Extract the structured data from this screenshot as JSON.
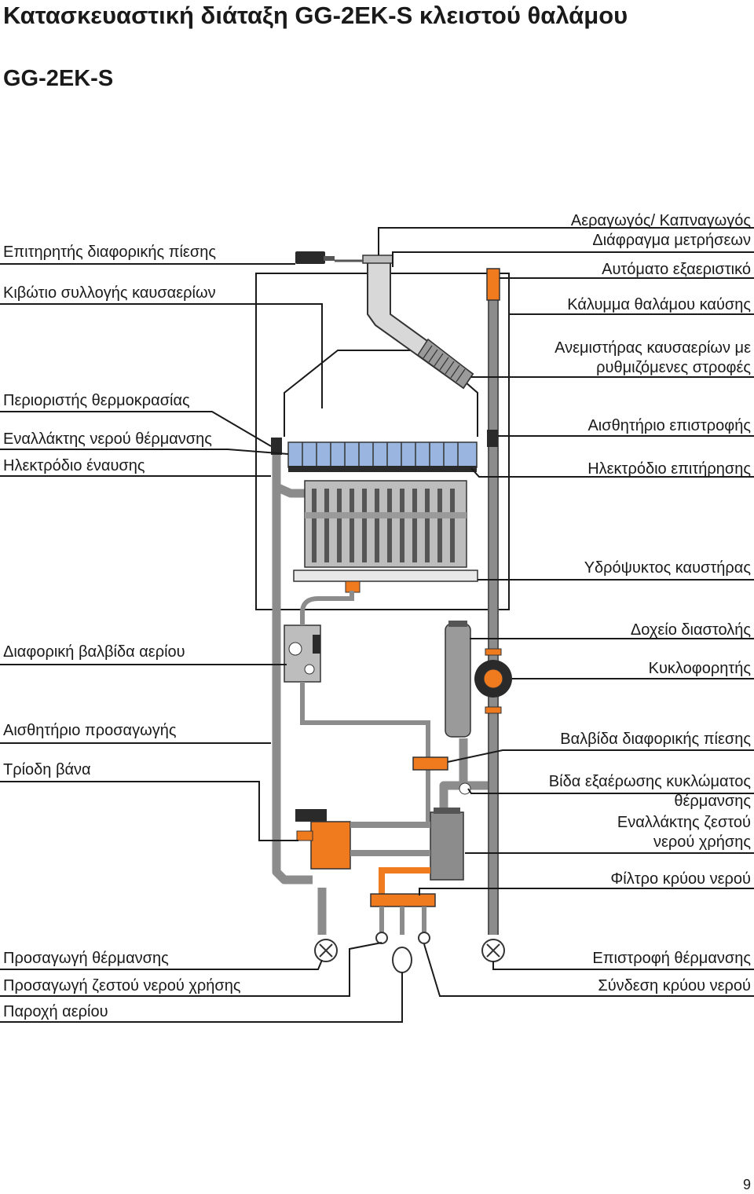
{
  "page": {
    "title": "Κατασκευαστική διάταξη GG-2EK-S κλειστού θαλάμου",
    "subtitle": "GG-2EK-S",
    "page_number": "9"
  },
  "labels_left": {
    "pressure_monitor": "Επιτηρητής διαφορικής πίεσης",
    "flue_collector": "Κιβώτιο συλλογής καυσαερίων",
    "temp_limiter": "Περιοριστής θερμοκρασίας",
    "heating_exchanger": "Εναλλάκτης νερού θέρμανσης",
    "ignition_electrode": "Ηλεκτρόδιο έναυσης",
    "gas_valve": "Διαφορική βαλβίδα αερίου",
    "flow_sensor": "Αισθητήριο προσαγωγής",
    "three_way_valve": "Τρίοδη βάνα",
    "heating_flow": "Προσαγωγή θέρμανσης",
    "dhw_flow": "Προσαγωγή ζεστού νερού χρήσης",
    "gas_supply": "Παροχή αερίου"
  },
  "labels_right": {
    "air_flue_duct": "Αεραγωγός/ Καπναγωγός",
    "measuring_orifice": "Διάφραγμα μετρήσεων",
    "auto_air_vent": "Αυτόματο εξαεριστικό",
    "chamber_cover": "Κάλυμμα θαλάμου καύσης",
    "flue_fan_line1": "Ανεμιστήρας καυσαερίων με",
    "flue_fan_line2": "ρυθμιζόμενες στροφές",
    "return_sensor": "Αισθητήριο επιστροφής",
    "monitoring_electrode": "Ηλεκτρόδιο επιτήρησης",
    "water_cooled_burner": "Υδρόψυκτος καυστήρας",
    "expansion_vessel": "Δοχείο διαστολής",
    "circulator": "Κυκλοφορητής",
    "diff_pressure_valve": "Βαλβίδα διαφορικής πίεσης",
    "bleed_screw_line1": "Βίδα εξαέρωσης κυκλώματος",
    "bleed_screw_line2": "θέρμανσης",
    "dhw_exchanger_line1": "Εναλλάκτης ζεστού",
    "dhw_exchanger_line2": "νερού χρήσης",
    "cold_water_filter": "Φίλτρο κρύου νερού",
    "heating_return": "Επιστροφή θέρμανσης",
    "cold_water_connection": "Σύνδεση κρύου νερού"
  },
  "colors": {
    "pipe_gray": "#8c8c8c",
    "pipe_dark": "#555555",
    "pipe_light": "#e2e2e2",
    "orange": "#f07a1e",
    "exchanger_blue": "#9ab6e0",
    "leader": "#1a1a1a"
  }
}
